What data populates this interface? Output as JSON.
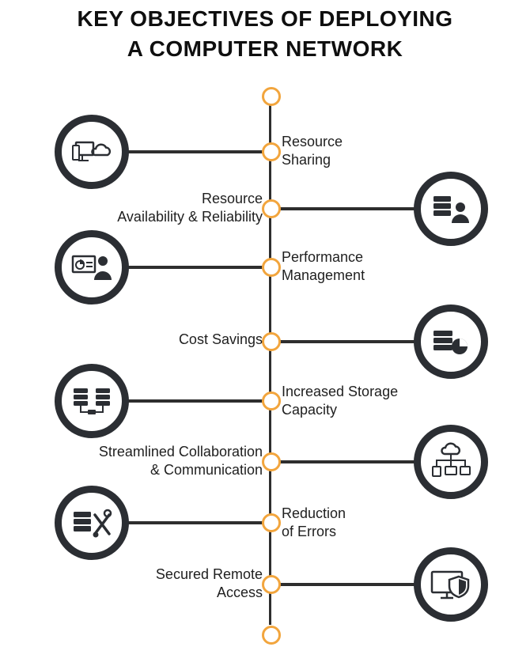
{
  "title": {
    "line1": "KEY OBJECTIVES OF DEPLOYING",
    "line2": "A COMPUTER NETWORK"
  },
  "colors": {
    "accent": "#f2a53d",
    "dark": "#2b2e33",
    "text": "#1f1f1f"
  },
  "objectives": [
    {
      "lines": [
        "Resource",
        "Sharing"
      ],
      "side": "right",
      "icon": "cloud-devices-icon"
    },
    {
      "lines": [
        "Resource",
        "Availability & Reliability"
      ],
      "side": "left",
      "icon": "server-admin-icon"
    },
    {
      "lines": [
        "Performance",
        "Management"
      ],
      "side": "right",
      "icon": "presentation-manager-icon"
    },
    {
      "lines": [
        "Cost Savings"
      ],
      "side": "left",
      "icon": "server-pie-chart-icon"
    },
    {
      "lines": [
        "Increased Storage",
        "Capacity"
      ],
      "side": "right",
      "icon": "linked-servers-icon"
    },
    {
      "lines": [
        "Streamlined Collaboration",
        "& Communication"
      ],
      "side": "left",
      "icon": "cloud-network-icon"
    },
    {
      "lines": [
        "Reduction",
        "of Errors"
      ],
      "side": "right",
      "icon": "server-tools-icon"
    },
    {
      "lines": [
        "Secured Remote",
        "Access"
      ],
      "side": "left",
      "icon": "monitor-shield-icon"
    }
  ]
}
